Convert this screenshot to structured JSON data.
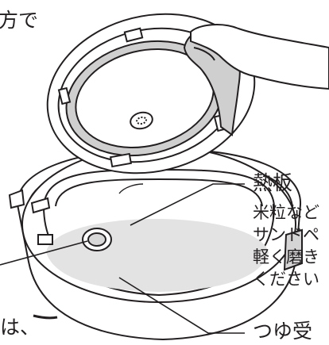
{
  "page": {
    "colors": {
      "line": "#231f20",
      "plate_fill": "#e3e3e3",
      "gasket_fill": "#cfcfcf",
      "background": "#ffffff"
    }
  },
  "labels": {
    "top_left_fragment": "方で",
    "hot_plate": {
      "title": "熱板",
      "description_lines": [
        "米粒など",
        "サンドペ",
        "軽く磨き",
        "ください"
      ]
    },
    "bottom_left_fragment": "は、",
    "dew_collector": "つゆ受"
  }
}
